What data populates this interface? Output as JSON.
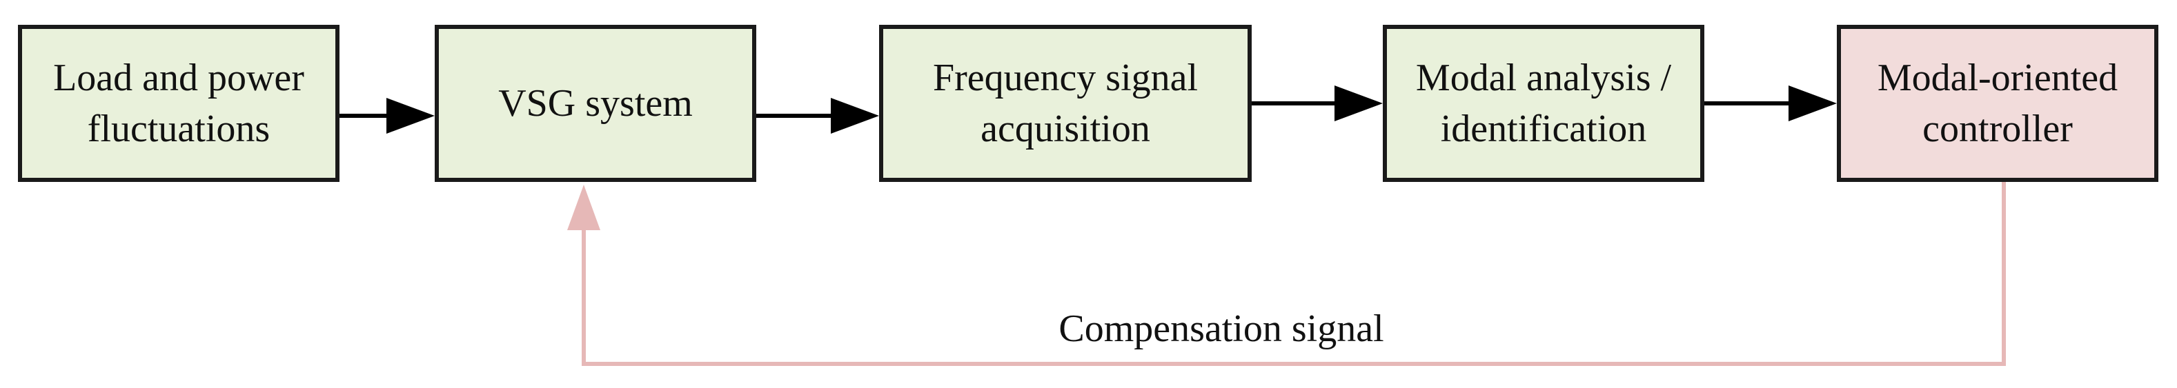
{
  "colors": {
    "block_fill": "#e9f1db",
    "controller_fill": "#f2dcdb",
    "border": "#1a1a1a",
    "feedback_line": "#e6b8b7"
  },
  "blocks": [
    {
      "id": "load",
      "label": "Load and power\nfluctuations"
    },
    {
      "id": "vsg",
      "label": "VSG system"
    },
    {
      "id": "freq",
      "label": "Frequency signal\nacquisition"
    },
    {
      "id": "modal",
      "label": "Modal analysis /\nidentification"
    },
    {
      "id": "ctrl",
      "label": "Modal-oriented\ncontroller"
    }
  ],
  "feedback": {
    "label": "Compensation signal"
  }
}
